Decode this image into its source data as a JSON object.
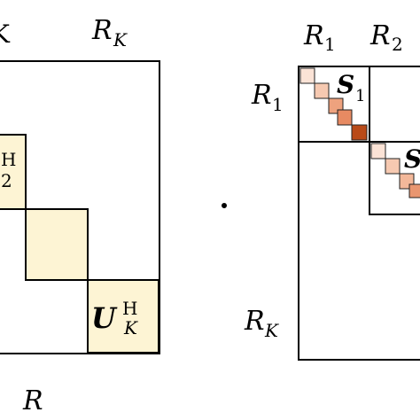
{
  "labels": {
    "left_top_partial": "K",
    "left_rk": "R",
    "left_rk_sub": "K",
    "left_bottom_r": "R",
    "left_mid_sup": "H",
    "left_mid_sub": "2",
    "left_uk_base": "U",
    "left_uk_sup": "H",
    "left_uk_sub": "K",
    "dot": "·",
    "right_r1_top": "R",
    "right_r1_top_sub": "1",
    "right_r2_top": "R",
    "right_r2_top_sub": "2",
    "right_r1_side": "R",
    "right_r1_side_sub": "1",
    "right_rk_side": "R",
    "right_rk_side_sub": "K",
    "right_s1": "S",
    "right_s1_sub": "1",
    "right_s2": "S"
  },
  "colors": {
    "block_fill": "#fdf4d4",
    "line": "#000000",
    "s1_cells": [
      "#fbe3d6",
      "#f6c9b1",
      "#eea27e",
      "#e78a62",
      "#b94a18"
    ],
    "s2_cells": [
      "#fbe3d6",
      "#f3b89a",
      "#e99670"
    ]
  }
}
